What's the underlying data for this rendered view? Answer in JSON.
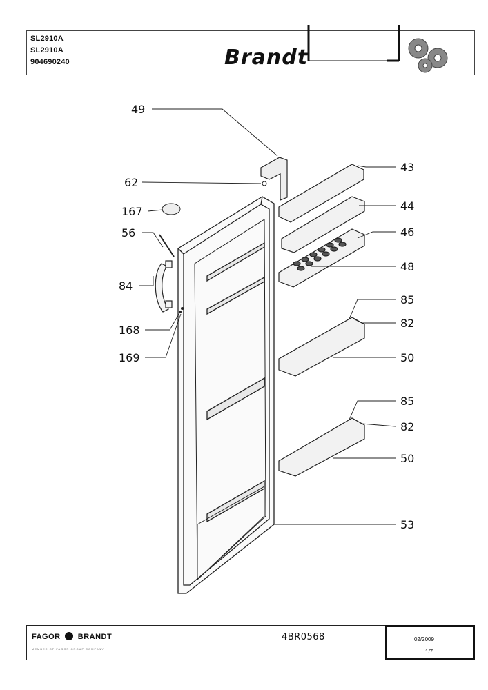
{
  "header": {
    "model_line_1": "SL2910A",
    "model_line_2": "SL2910A",
    "part_number": "904690240",
    "brand_logo": "Brandt"
  },
  "callouts": {
    "c49": "49",
    "c62": "62",
    "c167": "167",
    "c56": "56",
    "c84": "84",
    "c168": "168",
    "c169": "169",
    "c43": "43",
    "c44": "44",
    "c46": "46",
    "c48": "48",
    "c85a": "85",
    "c82a": "82",
    "c50a": "50",
    "c85b": "85",
    "c82b": "82",
    "c50b": "50",
    "c53": "53"
  },
  "footer": {
    "logo_left": "FAGOR",
    "logo_right": "BRANDT",
    "tagline": "MEMBER OF FAGOR GROUP COMPANY",
    "doc_code": "4BR0568",
    "date": "02/2009",
    "page": "1/7"
  }
}
